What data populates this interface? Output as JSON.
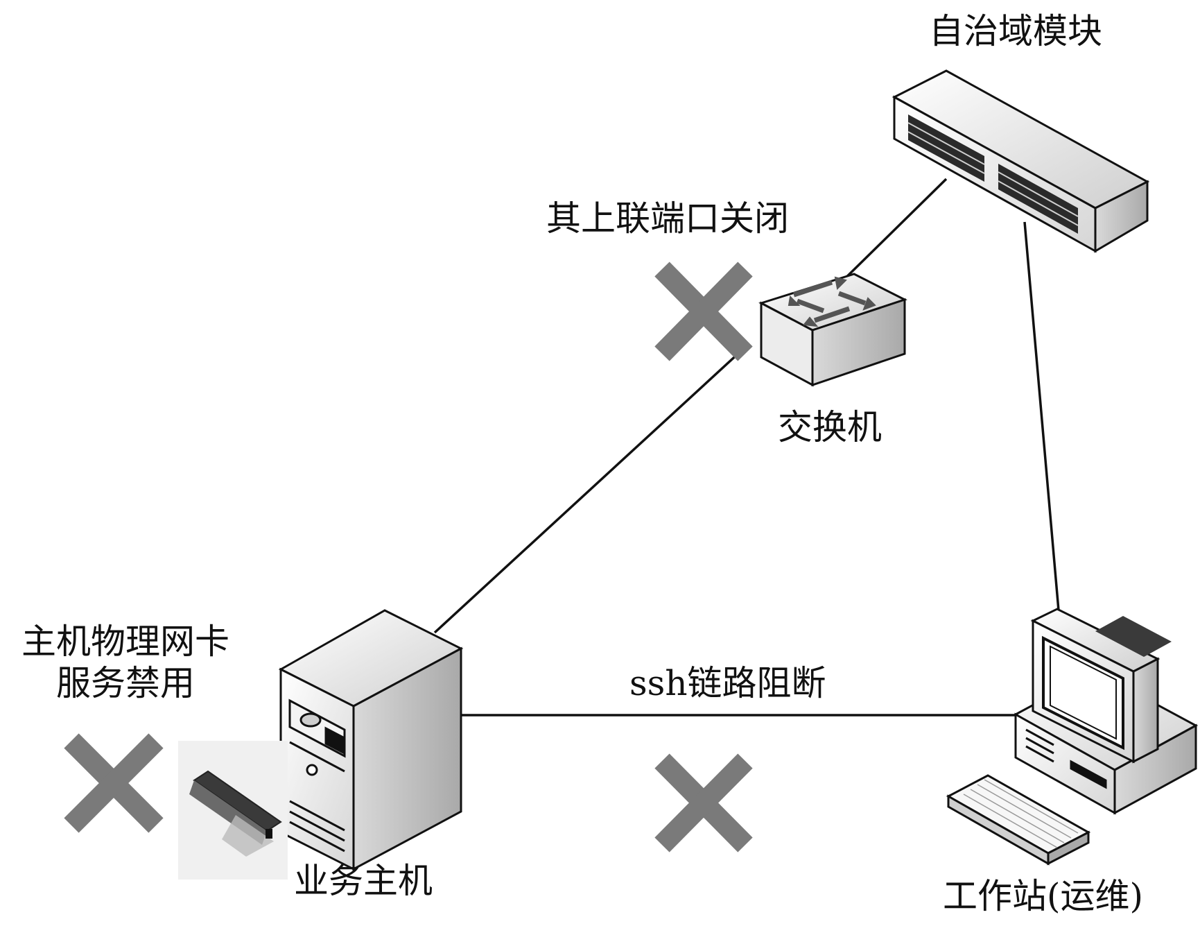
{
  "nodes": {
    "autonomous_module": {
      "label": "自治域模块"
    },
    "switch": {
      "label": "交换机"
    },
    "business_host": {
      "label": "业务主机"
    },
    "workstation": {
      "label": "工作站(运维)"
    }
  },
  "annotations": {
    "uplink_closed": "其上联端口关闭",
    "nic_disabled_line1": "主机物理网卡",
    "nic_disabled_line2": "服务禁用",
    "ssh_blocked": "ssh链路阻断"
  },
  "colors": {
    "line": "#111111",
    "blocked_mark": "#7a7a7a",
    "device_light": "#eeeeee",
    "device_mid": "#c8c8c8",
    "device_dark": "#8a8a8a"
  },
  "icons": [
    "patch-panel-icon",
    "switch-icon",
    "server-tower-icon",
    "workstation-icon",
    "network-card-icon",
    "blocked-x-icon"
  ]
}
